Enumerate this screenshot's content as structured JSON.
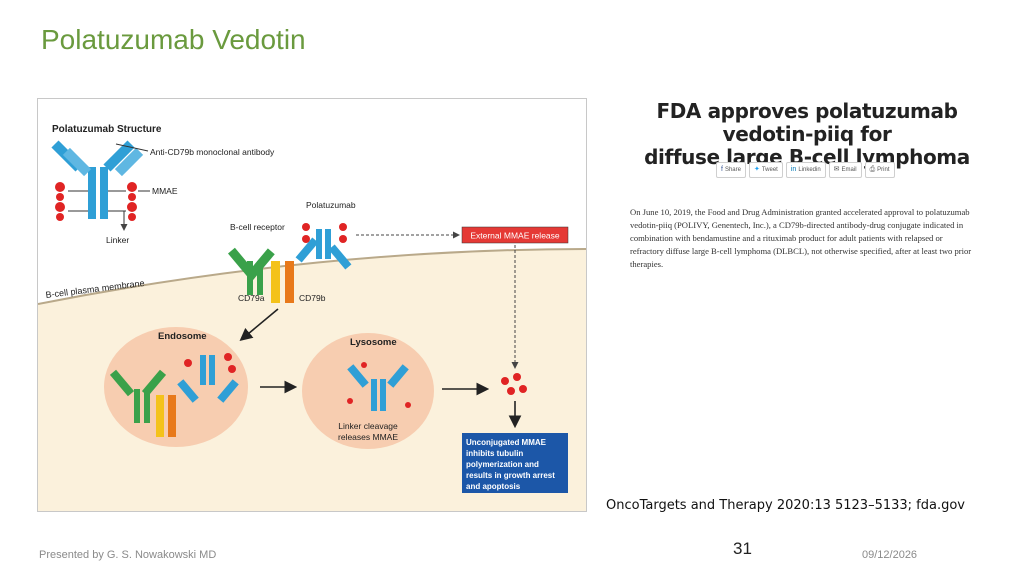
{
  "slide": {
    "title": "Polatuzumab Vedotin",
    "citation": "OncoTargets and Therapy 2020:13 5123–5133; fda.gov",
    "presenter": "Presented by G. S. Nowakowski MD",
    "page_number": "31",
    "date": "09/12/2026"
  },
  "figure": {
    "structure_title": "Polatuzumab Structure",
    "antibody_label": "Anti-CD79b monoclonal antibody",
    "mmae_label": "MMAE",
    "linker_label": "Linker",
    "bcr_label": "B-cell receptor",
    "polatuzumab_label": "Polatuzumab",
    "external_release": "External MMAE release",
    "membrane_label": "B-cell plasma membrane",
    "cd79a": "CD79a",
    "cd79b": "CD79b",
    "endosome": "Endosome",
    "lysosome": "Lysosome",
    "cleavage_line1": "Linker cleavage",
    "cleavage_line2": "releases MMAE",
    "outcome_lines": [
      "Unconjugated MMAE",
      "inhibits tubulin",
      "polymerization and",
      "results in growth arrest",
      "and apoptosis"
    ],
    "colors": {
      "antibody": "#2f9fd6",
      "mmae": "#e02424",
      "bcr_green": "#3aa14a",
      "bcr_yellow": "#f4c21a",
      "bcr_orange": "#e8791a",
      "release_box": "#e53935",
      "outcome_box": "#1c57a8",
      "cell_fill": "#fbf1dc",
      "vesicle": "#f7cdb0"
    }
  },
  "fda": {
    "headline_line1": "FDA approves polatuzumab vedotin-piiq for",
    "headline_line2": "diffuse large B-cell lymphoma",
    "share_buttons": [
      {
        "icon": "facebook-icon",
        "glyph": "f",
        "label": "Share"
      },
      {
        "icon": "twitter-icon",
        "glyph": "✦",
        "label": "Tweet"
      },
      {
        "icon": "linkedin-icon",
        "glyph": "in",
        "label": "Linkedin"
      },
      {
        "icon": "email-icon",
        "glyph": "✉",
        "label": "Email"
      },
      {
        "icon": "print-icon",
        "glyph": "⎙",
        "label": "Print"
      }
    ],
    "body": "On June 10, 2019, the Food and Drug Administration granted accelerated approval to polatuzumab vedotin-piiq (POLIVY, Genentech, Inc.), a CD79b-directed antibody-drug conjugate indicated in combination with bendamustine and a rituximab product for adult patients with relapsed or refractory diffuse large B-cell lymphoma (DLBCL), not otherwise specified, after at least two prior therapies."
  }
}
